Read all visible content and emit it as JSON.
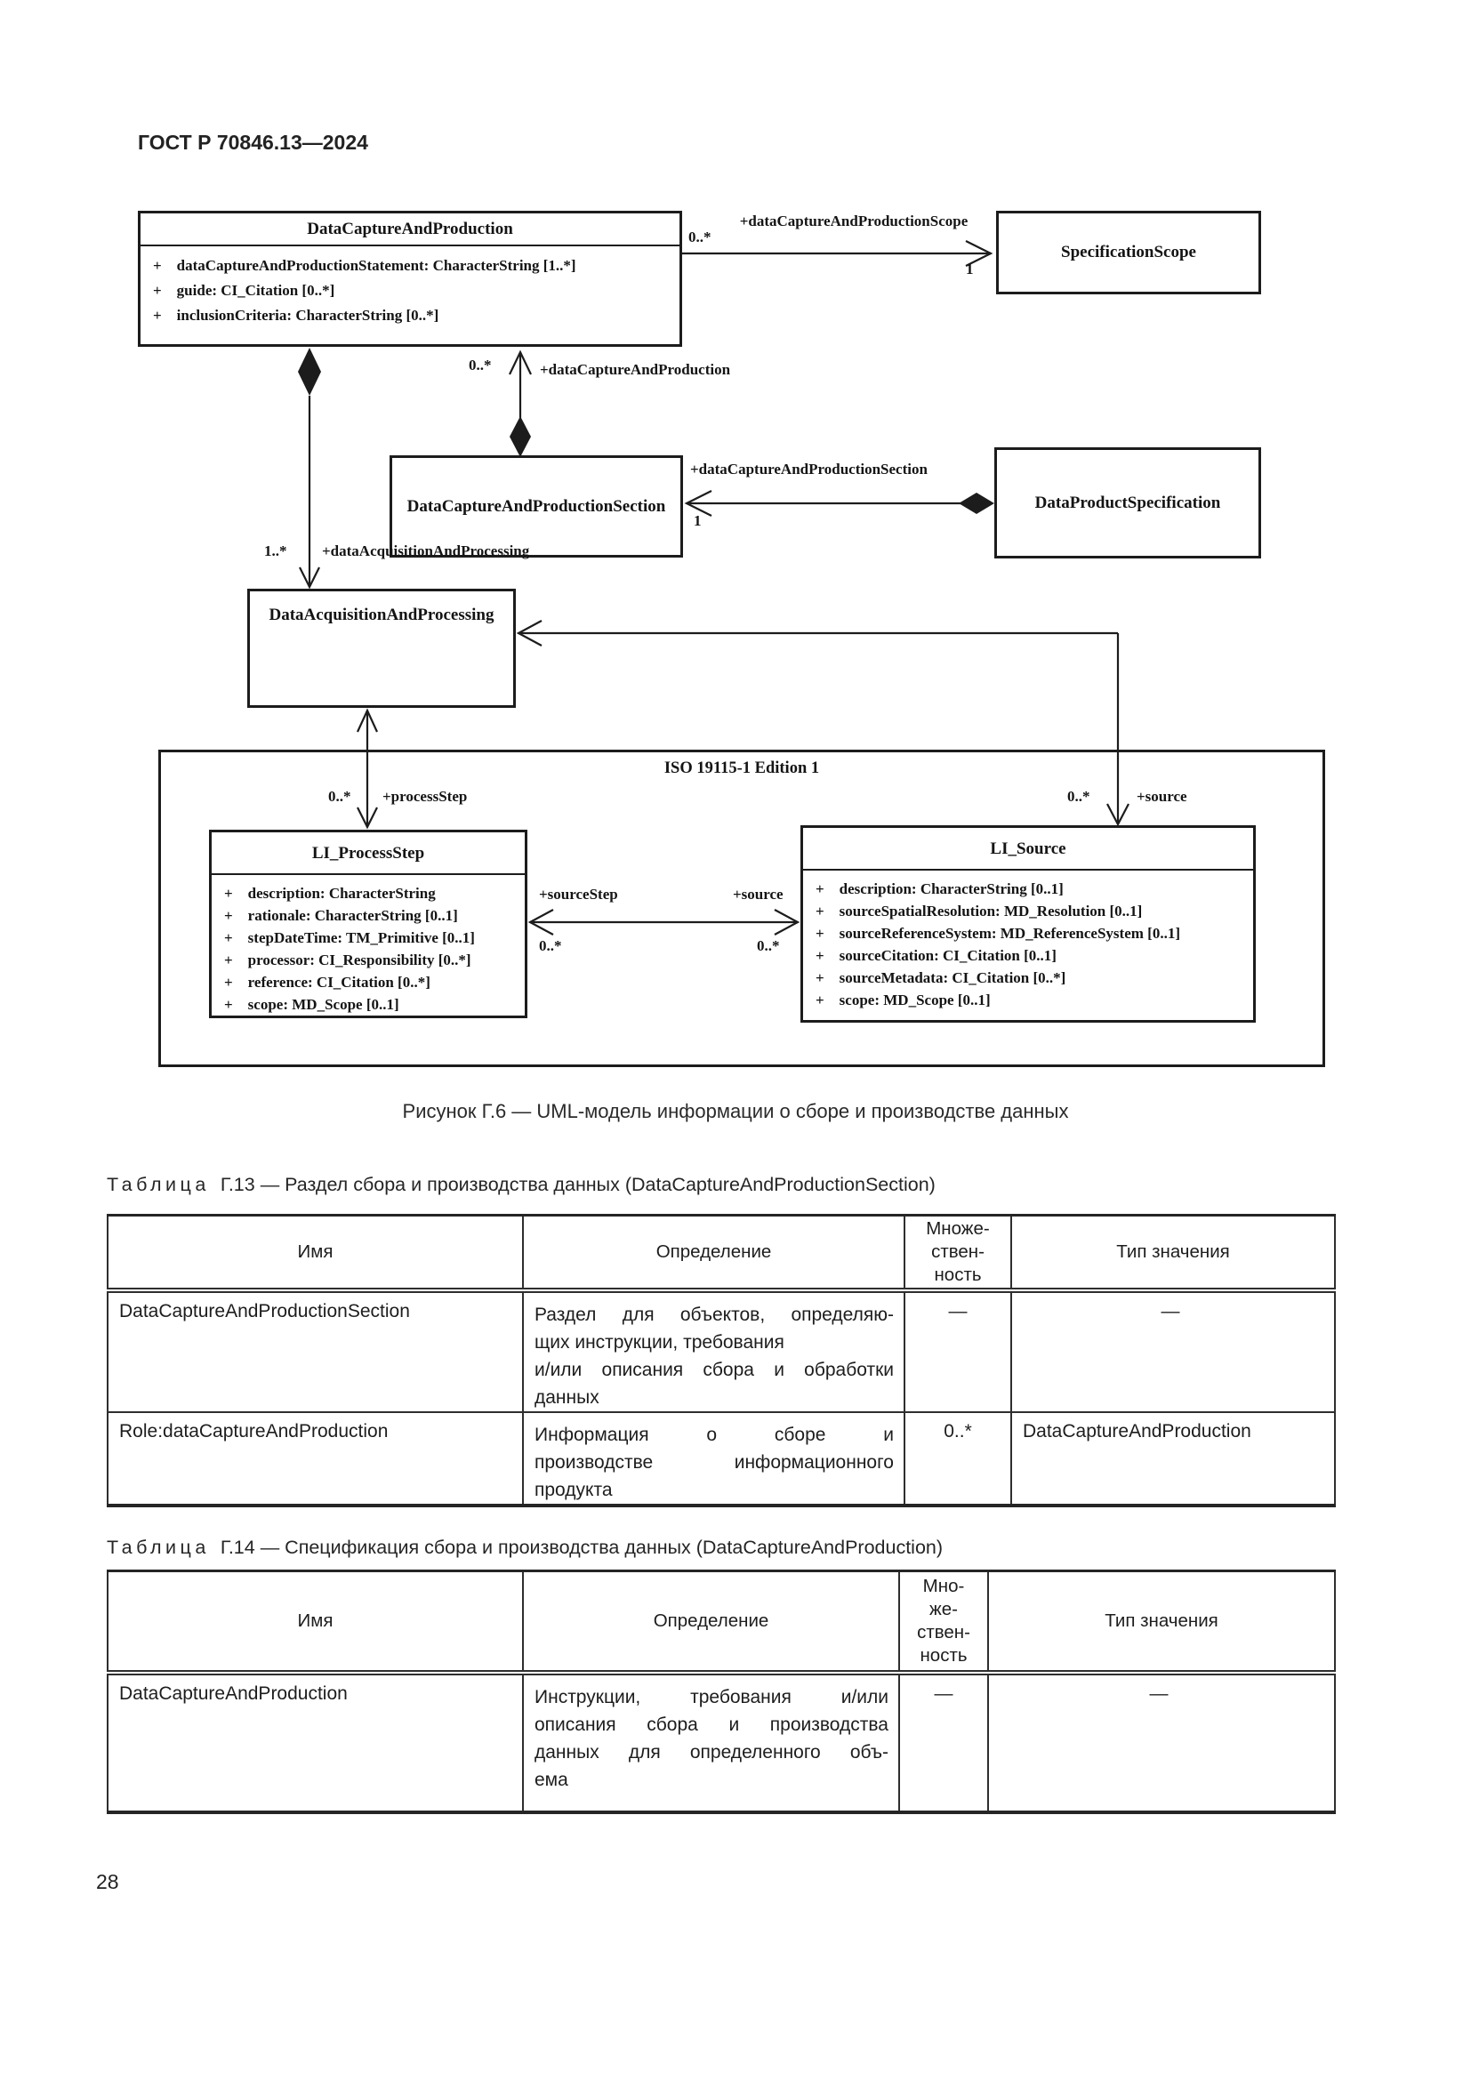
{
  "page": {
    "header": "ГОСТ Р 70846.13—2024",
    "number": "28"
  },
  "figure": {
    "caption": "Рисунок Г.6 — UML-модель информации о сборе и производстве данных"
  },
  "diagram": {
    "package_label": "ISO 19115-1 Edition 1",
    "classes": {
      "data_capture_and_production": {
        "title": "DataCaptureAndProduction",
        "attributes": [
          "+    dataCaptureAndProductionStatement: CharacterString [1..*]",
          "+    guide: CI_Citation [0..*]",
          "+    inclusionCriteria: CharacterString [0..*]"
        ]
      },
      "specification_scope": {
        "title": "SpecificationScope"
      },
      "data_capture_and_production_section": {
        "title": "DataCaptureAndProductionSection"
      },
      "data_product_specification": {
        "title": "DataProductSpecification"
      },
      "data_acquisition_and_processing": {
        "title": "DataAcquisitionAndProcessing"
      },
      "li_process_step": {
        "title": "LI_ProcessStep",
        "attributes": [
          "+    description: CharacterString",
          "+    rationale: CharacterString [0..1]",
          "+    stepDateTime: TM_Primitive [0..1]",
          "+    processor: CI_Responsibility [0..*]",
          "+    reference: CI_Citation [0..*]",
          "+    scope: MD_Scope [0..1]"
        ]
      },
      "li_source": {
        "title": "LI_Source",
        "attributes": [
          "+    description: CharacterString [0..1]",
          "+    sourceSpatialResolution: MD_Resolution [0..1]",
          "+    sourceReferenceSystem: MD_ReferenceSystem [0..1]",
          "+    sourceCitation: CI_Citation [0..1]",
          "+    sourceMetadata: CI_Citation [0..*]",
          "+    scope: MD_Scope [0..1]"
        ]
      }
    },
    "labels": {
      "scope_role": "+dataCaptureAndProductionScope",
      "scope_mult_src": "0..*",
      "scope_mult_tgt": "1",
      "capture_mult": "0..*",
      "capture_role": "+dataCaptureAndProduction",
      "section_role": "+dataCaptureAndProductionSection",
      "section_mult": "1",
      "acq_mult": "1..*",
      "acq_role": "+dataAcquisitionAndProcessing",
      "process_step_mult": "0..*",
      "process_step_role": "+processStep",
      "source_mult": "0..*",
      "source_role": "+source",
      "source_step_role": "+sourceStep",
      "source_step_mult": "0..*",
      "source_role_right": "+source",
      "source_mult_right": "0..*"
    }
  },
  "tables": {
    "g13": {
      "label": "Таблица",
      "title_rest": "Г.13 — Раздел сбора и производства данных (DataCaptureAndProductionSection)",
      "headers": [
        "Имя",
        "Определение",
        "Множе-\nствен-\nность",
        "Тип значения"
      ],
      "rows": [
        {
          "name": "DataCaptureAndProductionSection",
          "definition_lines": [
            "Раздел для объектов, определяю-",
            "щих инструкции, требования",
            "и/или описания сбора и обработки",
            "данных"
          ],
          "multiplicity": "—",
          "value_type": "—"
        },
        {
          "name": "Role:dataCaptureAndProduction",
          "definition_lines": [
            "Информация о сборе и",
            "производстве информационного",
            "продукта"
          ],
          "multiplicity": "0..*",
          "value_type": "DataCaptureAndProduction"
        }
      ]
    },
    "g14": {
      "label": "Таблица",
      "title_rest": "Г.14 — Спецификация сбора и производства данных (DataCaptureAndProduction)",
      "headers": [
        "Имя",
        "Определение",
        "Мно-\nже-\nствен-\nность",
        "Тип значения"
      ],
      "rows": [
        {
          "name": "DataCaptureAndProduction",
          "definition_lines": [
            "Инструкции, требования и/или",
            "описания сбора и производства",
            "данных для определенного объ-",
            "ема"
          ],
          "multiplicity": "—",
          "value_type": "—"
        }
      ]
    }
  }
}
